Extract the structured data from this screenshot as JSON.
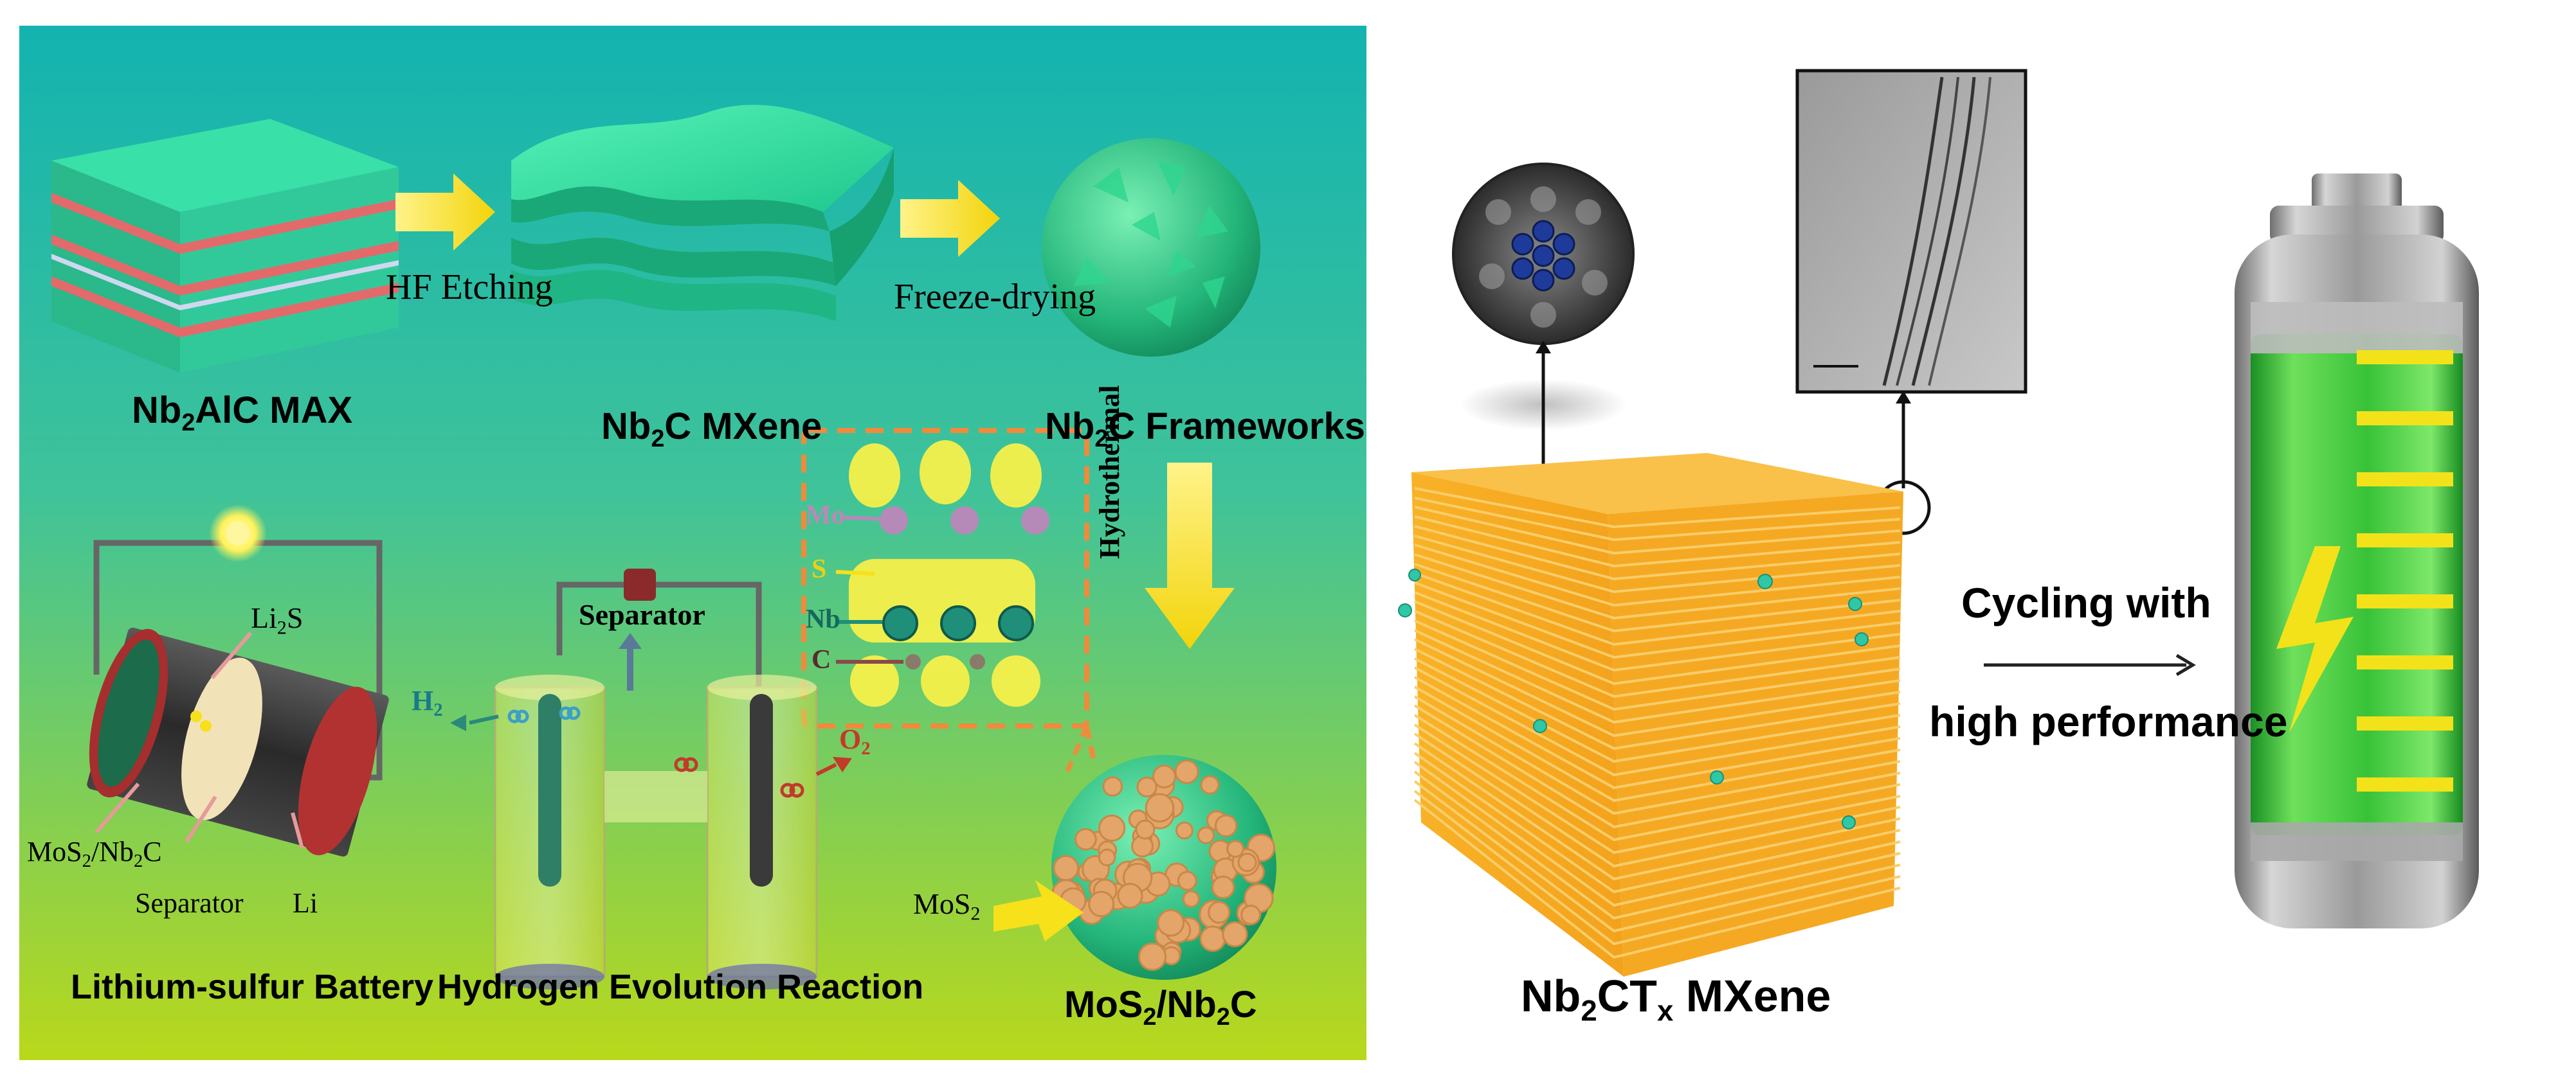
{
  "colors": {
    "left_bg_top": "#14b5ad",
    "left_bg_bottom": "#b7d81c",
    "mxene_green": "#3fe0a0",
    "arrow_yellow": "#f6e11a",
    "dashed_orange": "#f08a3c",
    "stack_orange": "#f7b02c",
    "battery_green": "#3fce3a"
  },
  "left_panel": {
    "steps": {
      "hf_etching": "HF Etching",
      "freeze_drying": "Freeze-drying",
      "hydrothermal": "Hydrothermal"
    },
    "materials": {
      "max_base": "Nb",
      "max_sub": "2",
      "max_rest": "AlC MAX",
      "mxene_base": "Nb",
      "mxene_sub": "2",
      "mxene_rest": "C MXene",
      "frameworks_base": "Nb",
      "frameworks_sub": "2",
      "frameworks_rest": "C Frameworks",
      "composite_a": "MoS",
      "composite_sub1": "2",
      "composite_b": "/Nb",
      "composite_sub2": "2",
      "composite_c": "C"
    },
    "atoms": {
      "mo": "Mo",
      "s": "S",
      "nb": "Nb",
      "c": "C"
    },
    "battery": {
      "title": "Lithium-sulfur Battery",
      "li2s_a": "Li",
      "li2s_sub": "2",
      "li2s_b": "S",
      "cathode_a": "MoS",
      "cathode_sub1": "2",
      "cathode_b": "/Nb",
      "cathode_sub2": "2",
      "cathode_c": "C",
      "separator": "Separator",
      "li": "Li"
    },
    "her": {
      "title": "Hydrogen Evolution Reaction",
      "separator": "Separator",
      "h2_a": "H",
      "h2_sub": "2",
      "o2_a": "O",
      "o2_sub": "2"
    },
    "mos2_a": "MoS",
    "mos2_sub": "2"
  },
  "right_panel": {
    "arrow_line1": "Cycling with",
    "arrow_line2": "high performance",
    "label_base": "Nb",
    "label_sub1": "2",
    "label_mid": "CT",
    "label_sub2": "x",
    "label_rest": " MXene"
  }
}
